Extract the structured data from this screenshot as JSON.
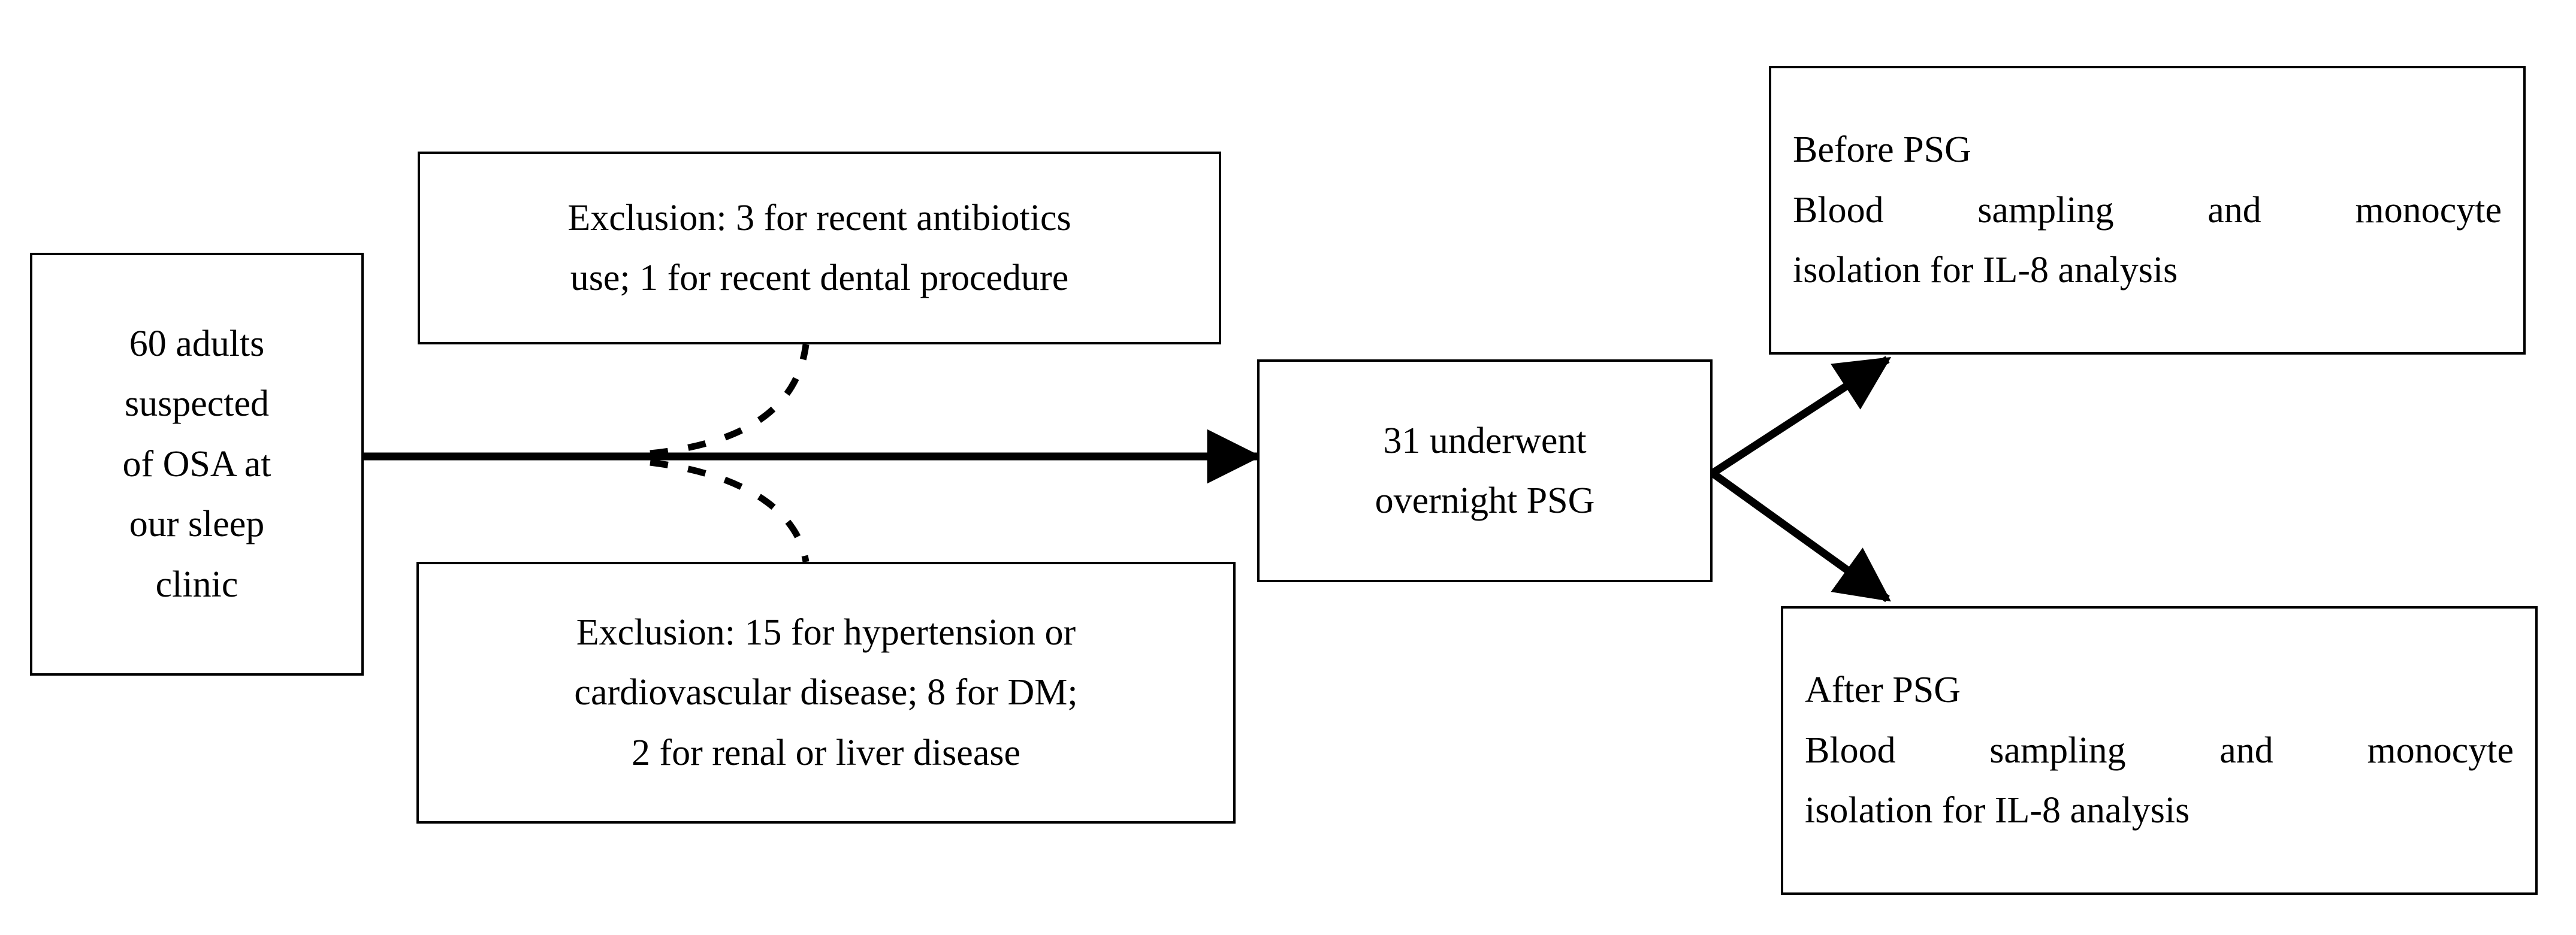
{
  "diagram": {
    "title": "OSA study participant flow",
    "background_color": "#ffffff",
    "line_color": "#000000",
    "nodes": {
      "enrollment": {
        "name": "enrollment-box",
        "lines": [
          "60 adults",
          "suspected",
          "of OSA at",
          "our sleep",
          "clinic"
        ]
      },
      "exclusion_top": {
        "name": "exclusion-top-box",
        "lines": [
          "Exclusion: 3 for recent antibiotics",
          "use; 1 for recent dental procedure"
        ]
      },
      "exclusion_bottom": {
        "name": "exclusion-bottom-box",
        "lines": [
          "Exclusion: 15 for hypertension or",
          "cardiovascular disease; 8 for DM;",
          "2 for renal or liver disease"
        ]
      },
      "psg": {
        "name": "psg-box",
        "lines": [
          "31 underwent",
          "overnight PSG"
        ]
      },
      "before_psg": {
        "name": "before-psg-box",
        "heading": "Before PSG",
        "body_line_1": "Blood sampling and monocyte",
        "body_line_2": "isolation for IL-8 analysis"
      },
      "after_psg": {
        "name": "after-psg-box",
        "heading": "After PSG",
        "body_line_1": "Blood sampling and monocyte",
        "body_line_2": "isolation for IL-8 analysis"
      }
    },
    "connectors": [
      {
        "name": "main-flow-arrow",
        "style": "solid",
        "from": "enrollment",
        "to": "psg",
        "arrowhead": true
      },
      {
        "name": "exclusion-top-dashed-curve",
        "style": "dashed",
        "from": "main-flow-arrow",
        "to": "exclusion_top",
        "arrowhead": false
      },
      {
        "name": "exclusion-bottom-dashed-curve",
        "style": "dashed",
        "from": "main-flow-arrow",
        "to": "exclusion_bottom",
        "arrowhead": false
      },
      {
        "name": "psg-to-before-arrow",
        "style": "solid",
        "from": "psg",
        "to": "before_psg",
        "arrowhead": true
      },
      {
        "name": "psg-to-after-arrow",
        "style": "solid",
        "from": "psg",
        "to": "after_psg",
        "arrowhead": true
      }
    ]
  }
}
